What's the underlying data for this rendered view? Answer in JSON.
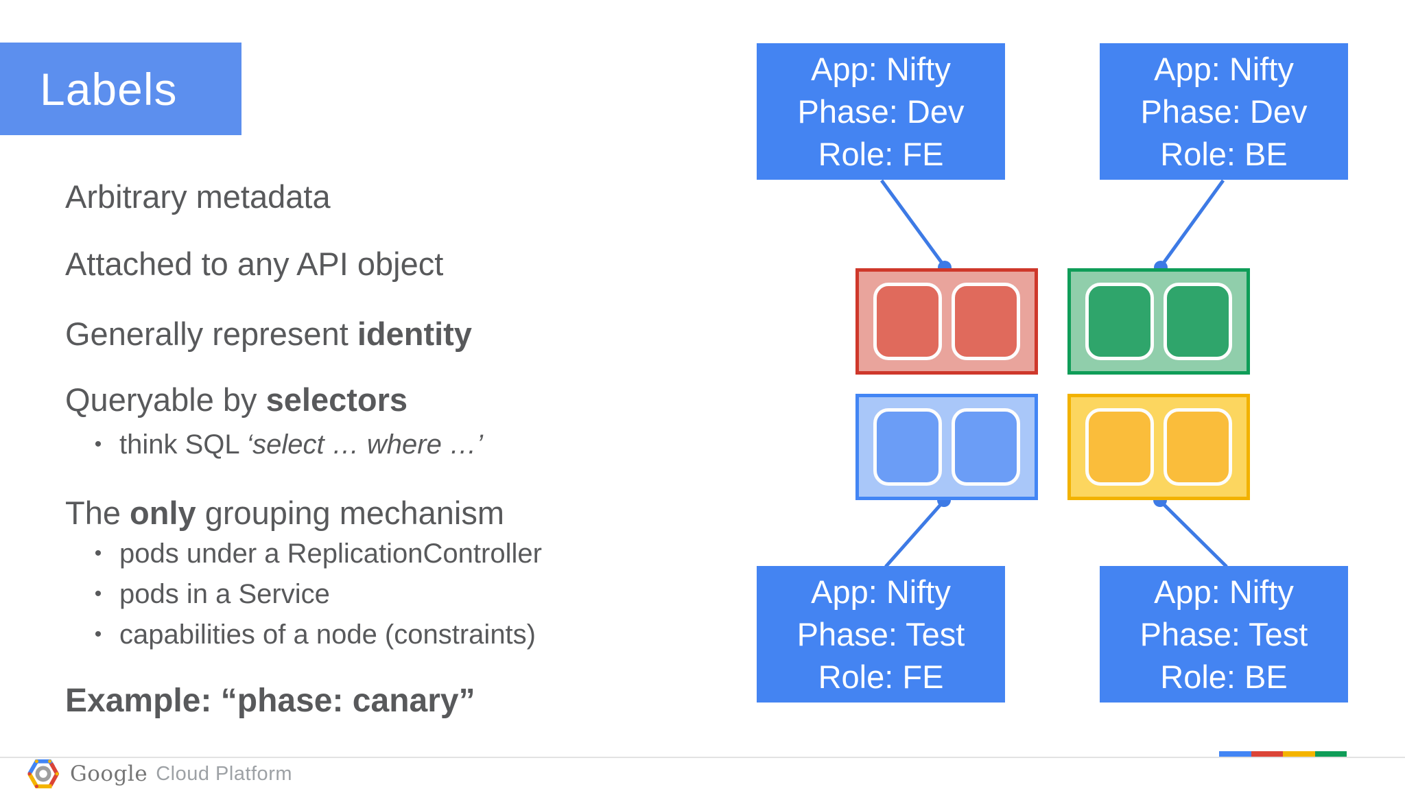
{
  "slide": {
    "title": "Labels"
  },
  "content": {
    "bullet_char": "•",
    "line1": [
      {
        "t": "Arbitrary metadata"
      }
    ],
    "line2": [
      {
        "t": "Attached to any API object"
      }
    ],
    "line3": [
      {
        "t": "Generally represent "
      },
      {
        "t": "identity",
        "b": true
      }
    ],
    "line4": [
      {
        "t": "Queryable by "
      },
      {
        "t": "selectors",
        "b": true
      }
    ],
    "line4a": [
      {
        "t": "think SQL "
      },
      {
        "t": "‘select … where …’",
        "i": true
      }
    ],
    "line5": [
      {
        "t": "The "
      },
      {
        "t": "only",
        "b": true
      },
      {
        "t": " grouping mechanism"
      }
    ],
    "line5a": [
      {
        "t": "pods under a ReplicationController"
      }
    ],
    "line5b": [
      {
        "t": "pods in a Service"
      }
    ],
    "line5c": [
      {
        "t": "capabilities of a node (constraints)"
      }
    ],
    "example": [
      {
        "t": "Example: “phase: canary”",
        "b": true
      }
    ]
  },
  "diagram": {
    "label_boxes": [
      {
        "position": "top-left",
        "lines": [
          "App: Nifty",
          "Phase: Dev",
          "Role: FE"
        ]
      },
      {
        "position": "top-right",
        "lines": [
          "App: Nifty",
          "Phase: Dev",
          "Role: BE"
        ]
      },
      {
        "position": "bottom-left",
        "lines": [
          "App: Nifty",
          "Phase: Test",
          "Role: FE"
        ]
      },
      {
        "position": "bottom-right",
        "lines": [
          "App: Nifty",
          "Phase: Test",
          "Role: BE"
        ]
      }
    ],
    "pod_groups": [
      {
        "name": "red-group",
        "pods": 2
      },
      {
        "name": "green-group",
        "pods": 2
      },
      {
        "name": "blue-group",
        "pods": 2
      },
      {
        "name": "yellow-group",
        "pods": 2
      }
    ]
  },
  "footer": {
    "brand": "Google",
    "brand_suffix": "Cloud Platform"
  },
  "colors": {
    "title_bg": "#5C8FEE",
    "label_bg": "#4484F2",
    "connector": "#3D7AE5",
    "text": "#58595B",
    "red_border": "#CE382B",
    "red_fill": "#E9A49C",
    "red_pod": "#E06A5C",
    "green_border": "#0F9D58",
    "green_fill": "#90CEAB",
    "green_pod": "#2FA56B",
    "blue_border": "#4285F4",
    "blue_fill": "#A9C7F9",
    "blue_pod": "#6B9DF6",
    "yellow_border": "#F2B200",
    "yellow_fill": "#FCD65F",
    "yellow_pod": "#FABD3B",
    "bar": {
      "blue": "#4285F4",
      "red": "#DB4437",
      "yellow": "#F4B400",
      "green": "#0F9D58"
    },
    "divider": "#E2E2E2",
    "brand_text": "#757575",
    "brand_suffix_text": "#9DA1A5"
  }
}
